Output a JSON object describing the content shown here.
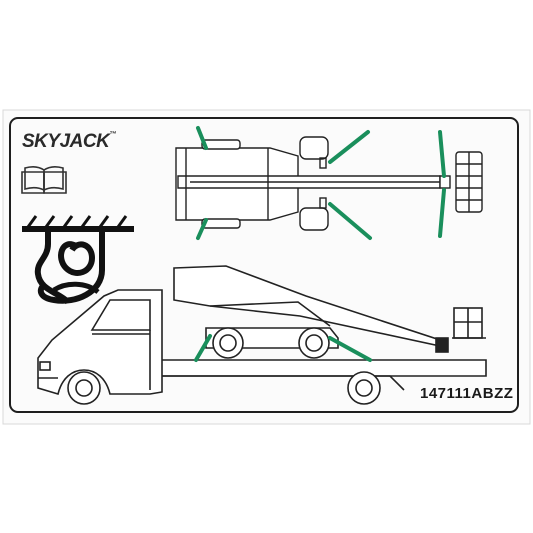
{
  "label": {
    "brand": "SKYJACK",
    "trademark": "™",
    "part_number": "147111ABZZ",
    "marking_color": "#1a8f5c",
    "ink_color": "#222222",
    "background": "#ffffff",
    "sheet_color": "#fbfbfb"
  },
  "icons": [
    "manual-book-icon",
    "tie-down-hook-icon",
    "machine-top-view",
    "truck-transport-side-view"
  ]
}
